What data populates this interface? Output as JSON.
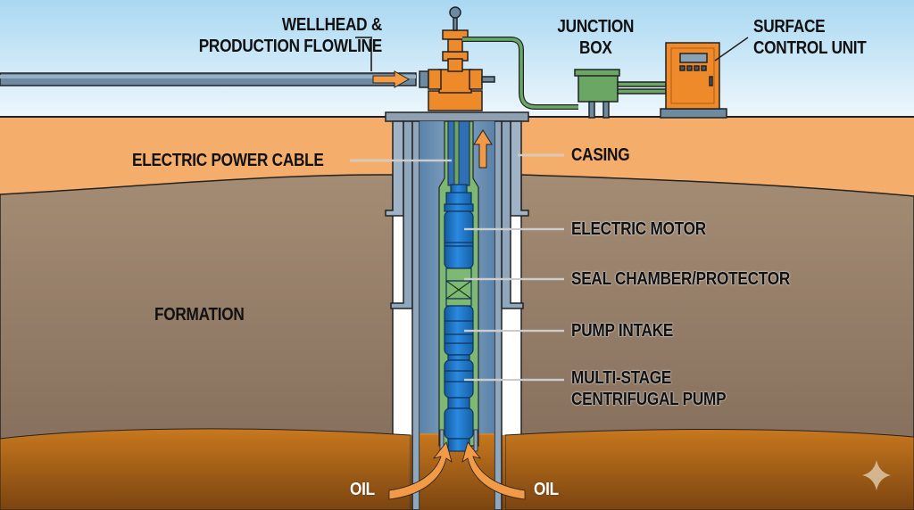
{
  "title": "Electric Submersible Pump (ESP) System",
  "labels": {
    "wellhead": [
      "WELLHEAD &",
      "PRODUCTION FLOWLINE"
    ],
    "junction_box": [
      "JUNCTION",
      "BOX"
    ],
    "surface_control_unit": [
      "SURFACE",
      "CONTROL UNIT"
    ],
    "electric_power_cable": "ELECTRIC POWER CABLE",
    "casing": "CASING",
    "electric_motor": "ELECTRIC MOTOR",
    "seal_chamber": "SEAL CHAMBER/PROTECTOR",
    "pump_intake": "PUMP INTAKE",
    "multi_stage_pump": [
      "MULTI-STAGE",
      "CENTRIFUGAL PUMP"
    ],
    "formation": "FORMATION",
    "oil_left": "OIL",
    "oil_right": "OIL"
  },
  "colors": {
    "sky_top": "#a9d8f2",
    "sky_bottom": "#eef7fc",
    "topsoil": "#f5ad6c",
    "formation": "#a58c72",
    "oil_zone": "#c8741a",
    "casing": "#8fa7bd",
    "tubing": "#5b86b2",
    "pump_blue": "#1f74c6",
    "cable_green": "#6aa765",
    "wellhead_orange": "#ee8a2a",
    "arrow_orange": "#f29a45"
  }
}
